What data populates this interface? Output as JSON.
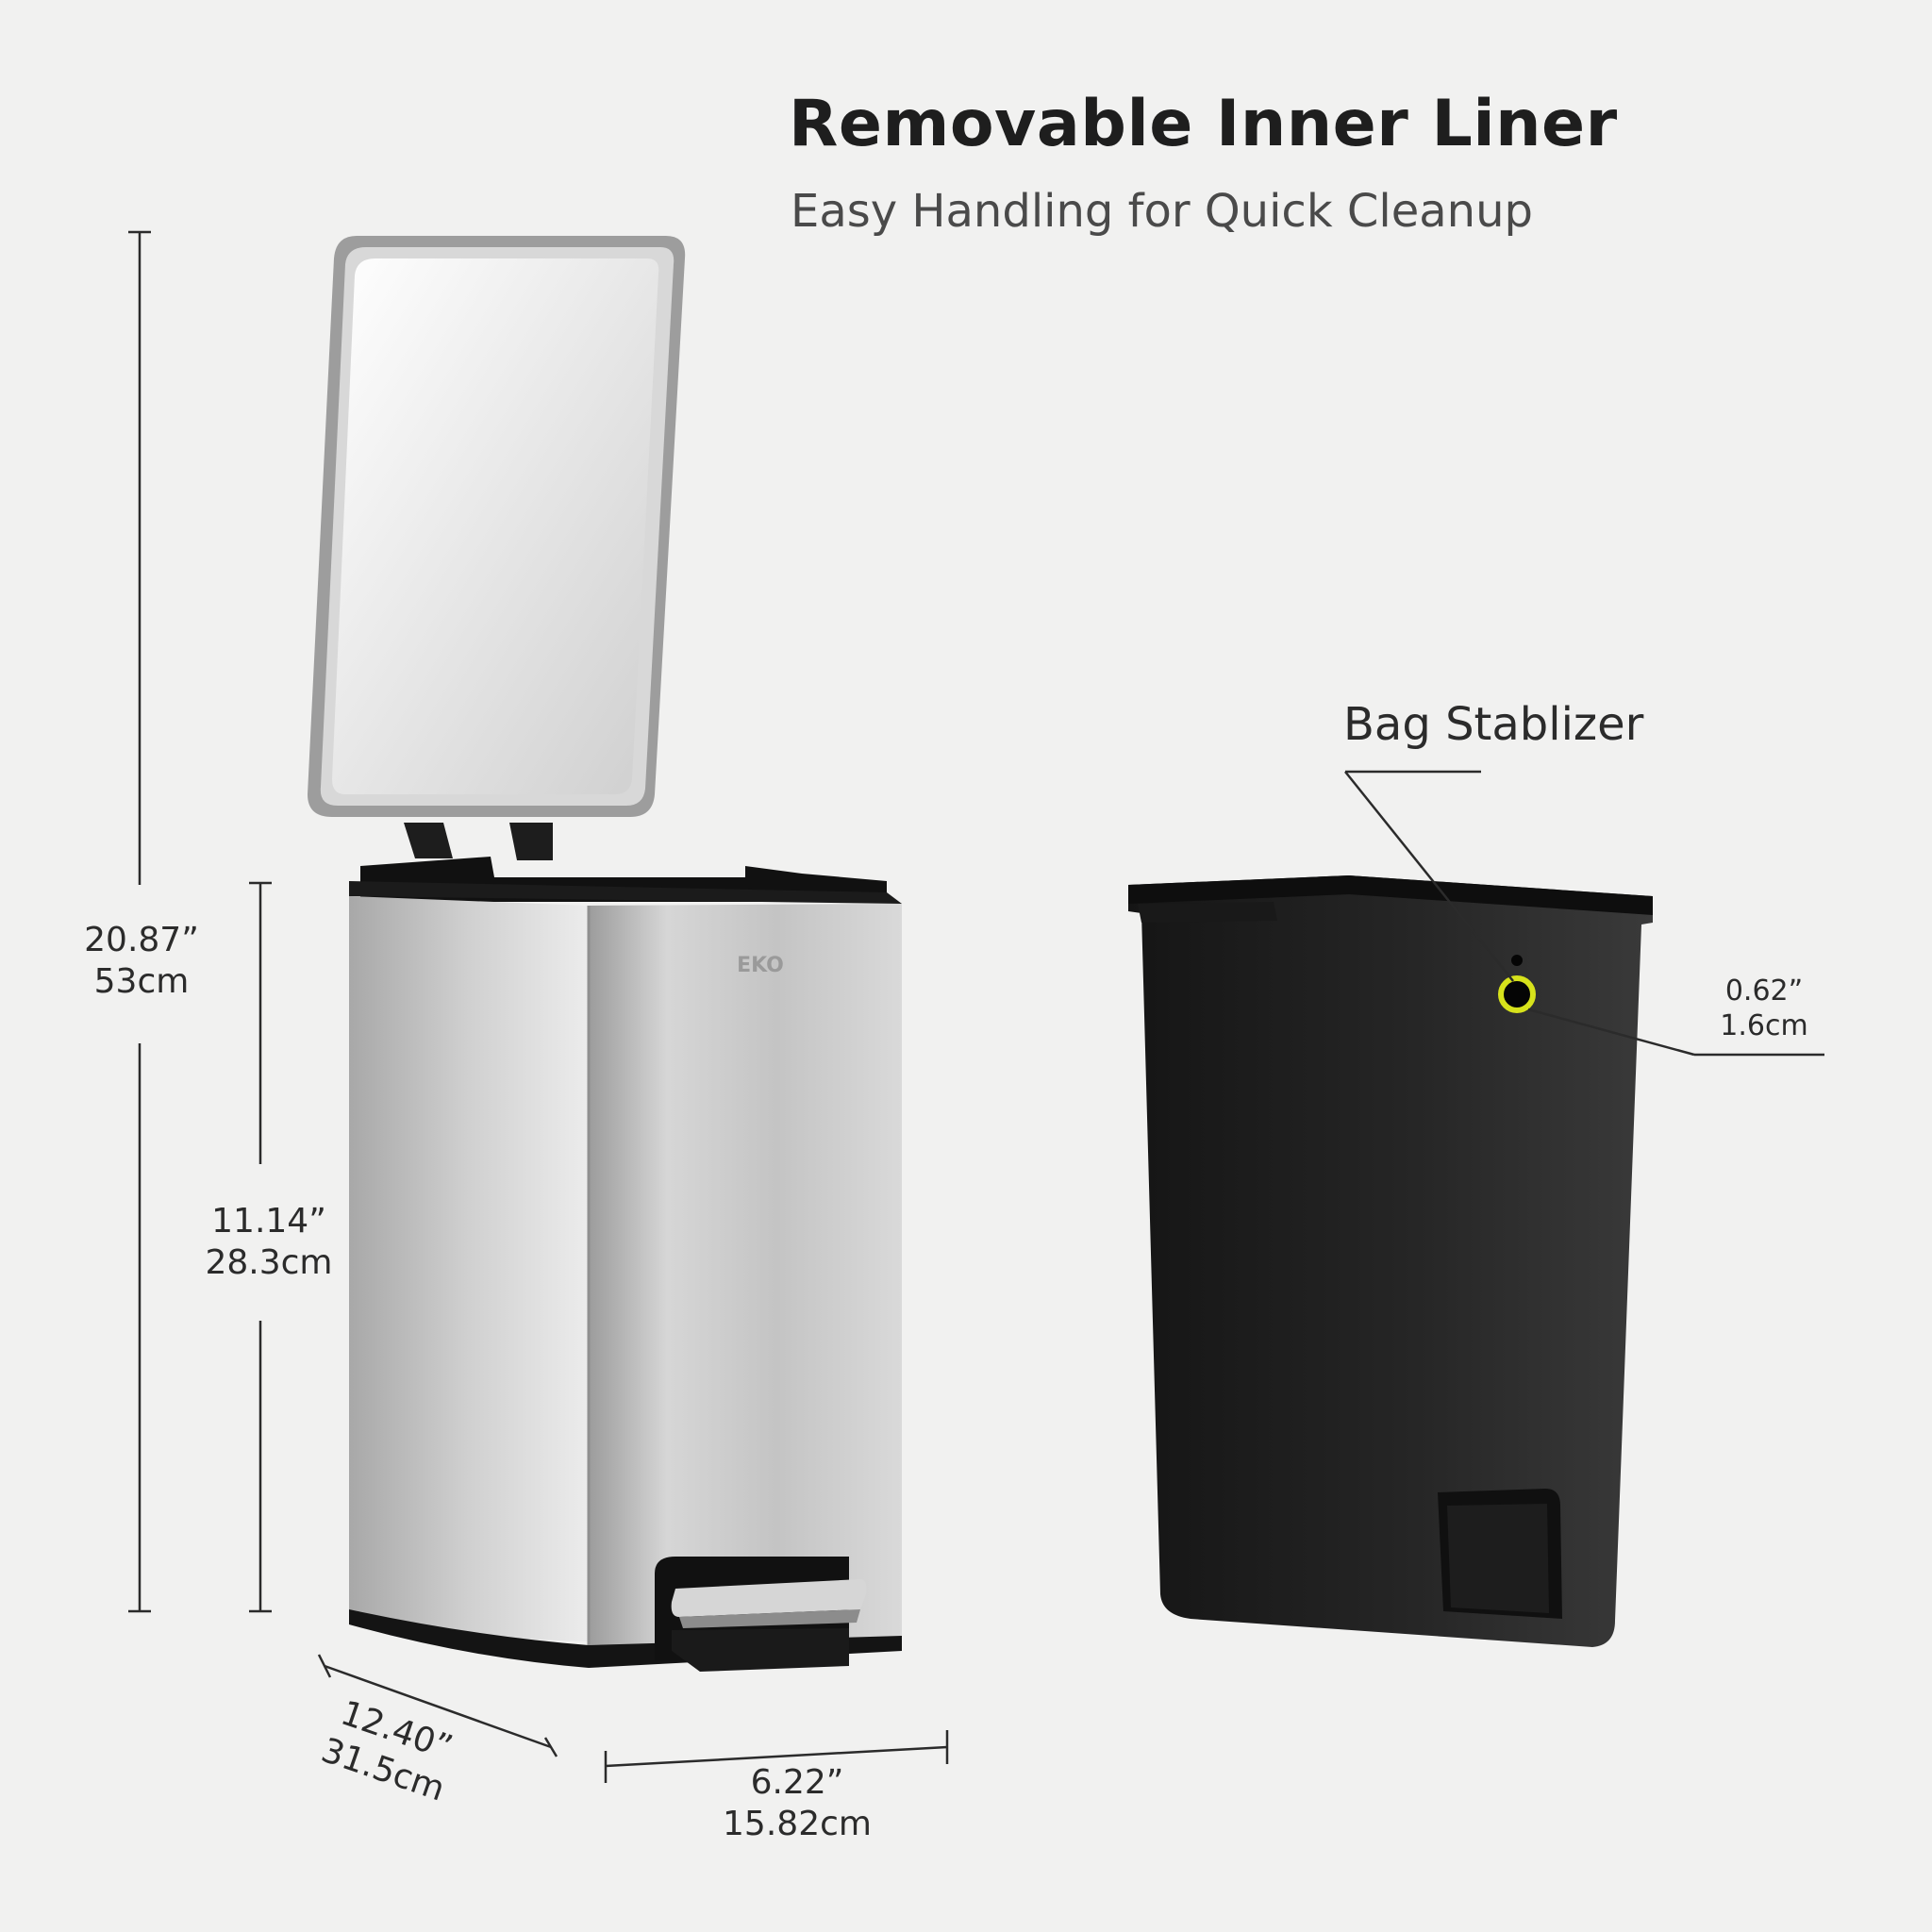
{
  "heading": {
    "title": "Removable Inner Liner",
    "subtitle": "Easy Handling for Quick Cleanup"
  },
  "dimensions": {
    "height_total": {
      "imperial": "20.87”",
      "metric": "53cm"
    },
    "height_pedal_to_rim": {
      "imperial": "11.14”",
      "metric": "28.3cm"
    },
    "depth": {
      "imperial": "12.40”",
      "metric": "31.5cm"
    },
    "width": {
      "imperial": "6.22”",
      "metric": "15.82cm"
    }
  },
  "liner": {
    "callout_label": "Bag Stablizer",
    "hole": {
      "imperial": "0.62”",
      "metric": "1.6cm"
    }
  },
  "brand": {
    "logo_text": "EKO"
  },
  "colors": {
    "background": "#f1f1f0",
    "steel": "#c9c9c9",
    "liner": "#1c1c1c",
    "highlight_ring": "#d7e21b"
  }
}
